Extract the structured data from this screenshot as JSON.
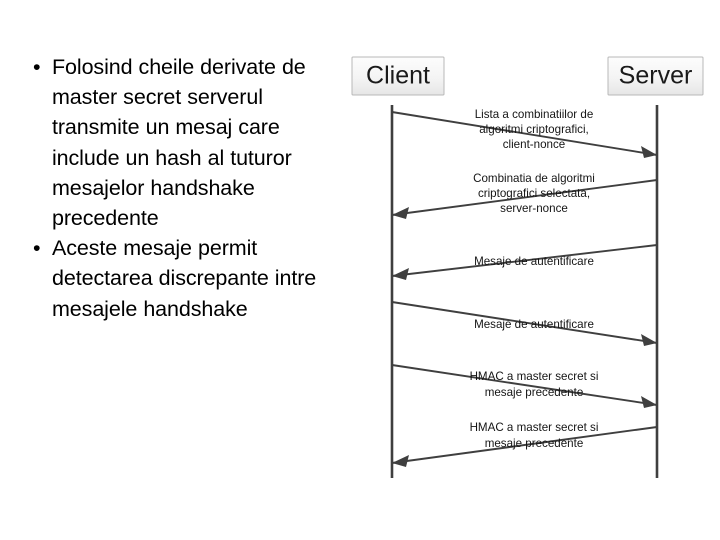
{
  "slide": {
    "background_color": "#ffffff",
    "text_color": "#000000"
  },
  "bullets": {
    "items": [
      {
        "marker": "•",
        "text": "Folosind cheile derivate de master secret serverul transmite un mesaj care include un hash al tuturor mesajelor handshake precedente"
      },
      {
        "marker": "•",
        "text": "Aceste mesaje permit detectarea discrepante intre mesajele handshake"
      }
    ]
  },
  "diagram": {
    "type": "sequence-diagram",
    "actors": [
      {
        "id": "client",
        "label": "Client"
      },
      {
        "id": "server",
        "label": "Server"
      }
    ],
    "colors": {
      "line": "#3f3f3f",
      "box_border": "#b8b8b8",
      "box_fill_top": "#fcfcfc",
      "box_fill_bottom": "#e8e8e8",
      "label_text": "#151515"
    },
    "messages": [
      {
        "index": 1,
        "direction": "client-to-server",
        "lines": [
          "Lista a combinatiilor de",
          "algoritmi criptografici,",
          "client-nonce"
        ]
      },
      {
        "index": 2,
        "direction": "server-to-client",
        "lines": [
          "Combinatia de algoritmi",
          "criptografici selectata,",
          "server-nonce"
        ]
      },
      {
        "index": 3,
        "direction": "server-to-client",
        "lines": [
          "Mesaje de autentificare"
        ]
      },
      {
        "index": 4,
        "direction": "client-to-server",
        "lines": [
          "Mesaje de autentificare"
        ]
      },
      {
        "index": 5,
        "direction": "client-to-server",
        "lines": [
          "HMAC a master secret si",
          "mesaje precedente"
        ]
      },
      {
        "index": 6,
        "direction": "server-to-client",
        "lines": [
          "HMAC a master secret si",
          "mesaje precedente"
        ]
      }
    ]
  }
}
